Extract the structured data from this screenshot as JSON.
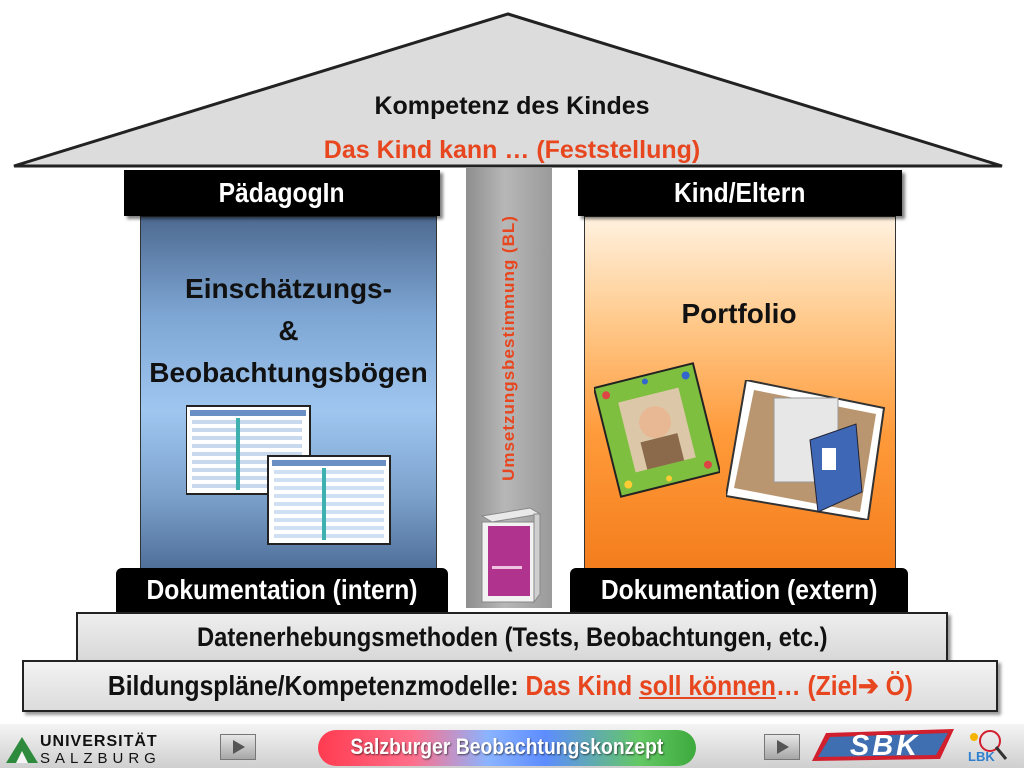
{
  "roof": {
    "title": "Kompetenz des Kindes",
    "subtitle": "Das Kind kann … (Feststellung)"
  },
  "left_column": {
    "header": "PädagogIn",
    "line1": "Einschätzungs-",
    "line2": "&",
    "line3": "Beobachtungsbögen",
    "footer": "Dokumentation (intern)"
  },
  "middle_pillar": {
    "label": "Umsetzungsbestimmung (BL)"
  },
  "right_column": {
    "header": "Kind/Eltern",
    "title": "Portfolio",
    "footer": "Dokumentation (extern)"
  },
  "foundation": {
    "step1": "Datenerhebungsmethoden (Tests, Beobachtungen, etc.)",
    "step2_black": "Bildungspläne/Kompetenzmodelle:",
    "step2_red_a": "Das Kind",
    "step2_red_underlined": "soll können",
    "step2_red_b": "… (Ziel",
    "step2_arrow": "➔",
    "step2_red_c": " Ö)"
  },
  "footer": {
    "university_line1": "UNIVERSITÄT",
    "university_line2": "SALZBURG",
    "title": "Salzburger Beobachtungskonzept",
    "logo_sbk": "SBK",
    "logo_lbk": "LBK",
    "prev_icon": "play-left-icon",
    "next_icon": "play-right-icon"
  },
  "colors": {
    "accent_red": "#e8461e",
    "left_blue": "#7ea6d4",
    "right_orange": "#ff9a3a"
  }
}
